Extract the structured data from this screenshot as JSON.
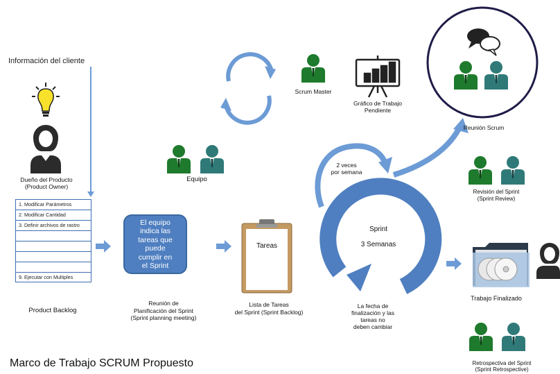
{
  "title": "Marco de Trabajo SCRUM Propuesto",
  "client_info": "Información del cliente",
  "product_owner": "Dueño del Producto\n(Product Owner)",
  "backlog": {
    "items": [
      "1. Modificar Parámetros",
      "2. Modificar Cantidad",
      "3. Definir archivos de rastro",
      "",
      "",
      "",
      "",
      "9. Ejecutar con Multiples"
    ],
    "label": "Product Backlog"
  },
  "team_box": "El equipo\nindica las\ntareas que puede\ncumplir en\nel Sprint",
  "planning_label": "Reunión de\nPlanificación del Sprint\n(Sprint planning meeting)",
  "tasks_label": "Tareas",
  "sprint_backlog_label": "Lista de Tareas\ndel Sprint (Sprint Backlog)",
  "team_label": "Equipo",
  "scrum_master_label": "Scrum Master",
  "burndown_label": "Gráfico de Trabajo\nPendiente",
  "two_times": "2 veces\npor semana",
  "sprint": "Sprint",
  "three_weeks": "3 Semanas",
  "no_change": "La fecha de\nfinalización  y las\ntareas   no\ndeben cambiar",
  "scrum_meeting": "Reunión Scrum",
  "review": "Revisión del Sprint\n(Sprint Review)",
  "finished": "Trabajo Finalizado",
  "retro": "Retrospectiva  del Sprint\n(Sprint Retrospective)",
  "colors": {
    "green": "#1e7a2c",
    "teal": "#2f7a78",
    "blue": "#4f7fc0",
    "lightblue": "#6c9bd5"
  }
}
